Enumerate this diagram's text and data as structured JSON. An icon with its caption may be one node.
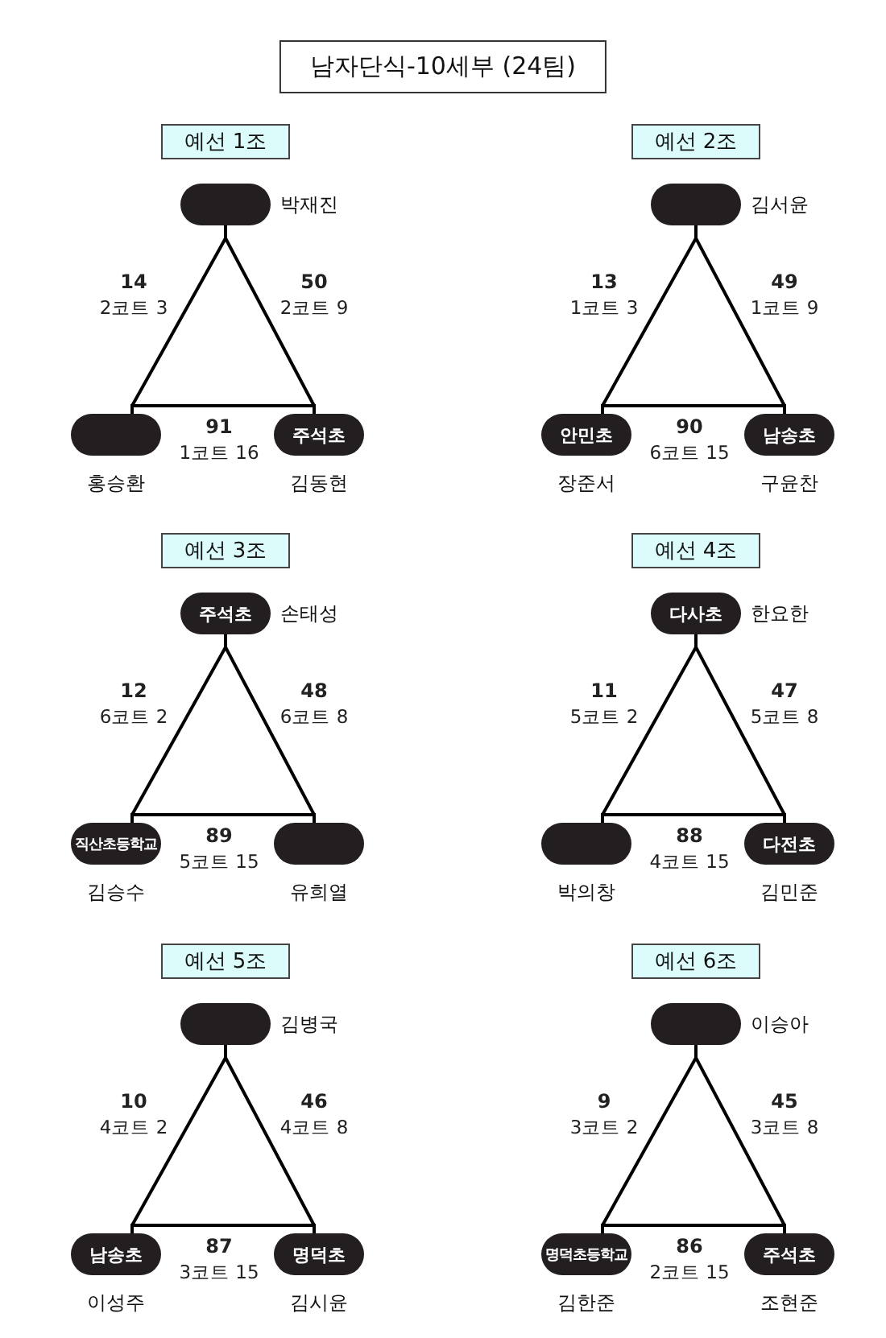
{
  "diagram": {
    "title": "남자단식-10세부 (24팀)",
    "nodes": [
      {
        "text": [
          "예선 1조"
        ]
      },
      {
        "text": [],
        "shape": "pill",
        "beside": [
          "박재진"
        ]
      },
      {
        "text": [],
        "shape": "pill",
        "beside": [
          "홍승환"
        ]
      },
      {
        "text": [
          "주석초"
        ],
        "beside": [
          "김동현"
        ]
      },
      {
        "text": [
          "예선 2조"
        ]
      },
      {
        "text": [],
        "shape": "pill",
        "beside": [
          "김서윤"
        ]
      },
      {
        "text": [
          "안민초"
        ],
        "beside": [
          "장준서"
        ]
      },
      {
        "text": [
          "남송초"
        ],
        "beside": [
          "구윤찬"
        ]
      },
      {
        "text": [
          "예선 3조"
        ]
      },
      {
        "text": [
          "주석초"
        ],
        "beside": [
          "손태성"
        ]
      },
      {
        "text": [
          "직산초등학교"
        ],
        "beside": [
          "김승수"
        ]
      },
      {
        "text": [],
        "shape": "pill",
        "beside": [
          "유희열"
        ]
      },
      {
        "text": [
          "예선 4조"
        ]
      },
      {
        "text": [
          "다사초"
        ],
        "beside": [
          "한요한"
        ]
      },
      {
        "text": [],
        "shape": "pill",
        "beside": [
          "박의창"
        ]
      },
      {
        "text": [
          "다전초"
        ],
        "beside": [
          "김민준"
        ]
      },
      {
        "text": [
          "예선 5조"
        ]
      },
      {
        "text": [],
        "shape": "pill",
        "beside": [
          "김병국"
        ]
      },
      {
        "text": [
          "남송초"
        ],
        "beside": [
          "이성주"
        ]
      },
      {
        "text": [
          "명덕초"
        ],
        "beside": [
          "김시윤"
        ]
      },
      {
        "text": [
          "예선 6조"
        ]
      },
      {
        "text": [],
        "shape": "pill",
        "beside": [
          "이승아"
        ]
      },
      {
        "text": [
          "명덕초등학교"
        ],
        "beside": [
          "김한준"
        ]
      },
      {
        "text": [
          "주석초"
        ],
        "beside": [
          "조현준"
        ]
      }
    ],
    "edges": [
      {
        "from": 1,
        "to": 2,
        "arrow": "none",
        "label": "**14** 2코트 3"
      },
      {
        "from": 1,
        "to": 3,
        "arrow": "none",
        "label": "**50** 2코트 9"
      },
      {
        "from": 2,
        "to": 3,
        "arrow": "none",
        "label": "**91** 1코트 16"
      },
      {
        "from": 5,
        "to": 6,
        "arrow": "none",
        "label": "**13** 1코트 3"
      },
      {
        "from": 5,
        "to": 7,
        "arrow": "none",
        "label": "**49** 1코트 9"
      },
      {
        "from": 6,
        "to": 7,
        "arrow": "none",
        "label": "**90** 6코트 15"
      },
      {
        "from": 9,
        "to": 10,
        "arrow": "none",
        "label": "**12** 6코트 2"
      },
      {
        "from": 9,
        "to": 11,
        "arrow": "none",
        "label": "**48** 6코트 8"
      },
      {
        "from": 10,
        "to": 11,
        "arrow": "none",
        "label": "**89** 5코트 15"
      },
      {
        "from": 13,
        "to": 14,
        "arrow": "none",
        "label": "**11** 5코트 2"
      },
      {
        "from": 13,
        "to": 15,
        "arrow": "none",
        "label": "**47** 5코트 8"
      },
      {
        "from": 14,
        "to": 15,
        "arrow": "none",
        "label": "**88** 4코트 15"
      },
      {
        "from": 17,
        "to": 18,
        "arrow": "none",
        "label": "**10** 4코트 2"
      },
      {
        "from": 17,
        "to": 19,
        "arrow": "none",
        "label": "**46** 4코트 8"
      },
      {
        "from": 18,
        "to": 19,
        "arrow": "none",
        "label": "**87** 3코트 15"
      },
      {
        "from": 21,
        "to": 22,
        "arrow": "none",
        "label": "**9** 3코트 2"
      },
      {
        "from": 21,
        "to": 23,
        "arrow": "none",
        "label": "**45** 3코트 8"
      },
      {
        "from": 22,
        "to": 23,
        "arrow": "none",
        "label": "**86** 2코트 15"
      }
    ]
  }
}
